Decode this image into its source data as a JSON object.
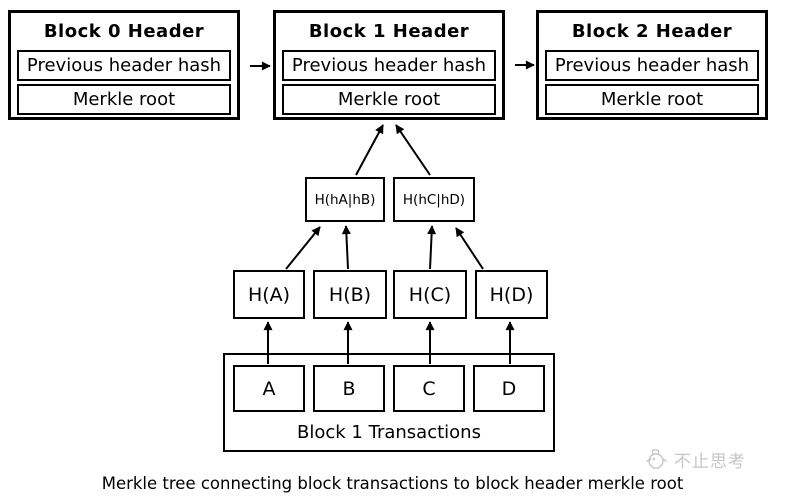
{
  "blocks": [
    {
      "title": "Block 0 Header",
      "rows": [
        "Previous header hash",
        "Merkle root"
      ]
    },
    {
      "title": "Block 1 Header",
      "rows": [
        "Previous header hash",
        "Merkle root"
      ]
    },
    {
      "title": "Block 2 Header",
      "rows": [
        "Previous header hash",
        "Merkle root"
      ]
    }
  ],
  "merkle": {
    "level1": [
      "H(hA|hB)",
      "H(hC|hD)"
    ],
    "level2": [
      "H(A)",
      "H(B)",
      "H(C)",
      "H(D)"
    ],
    "transactions": {
      "label": "Block 1 Transactions",
      "items": [
        "A",
        "B",
        "C",
        "D"
      ]
    }
  },
  "caption": "Merkle tree connecting block transactions to block header merkle root",
  "watermark": {
    "text": "不止思考"
  },
  "colors": {
    "line": "#000000",
    "background": "#ffffff",
    "watermark": "#c6c6c6"
  }
}
